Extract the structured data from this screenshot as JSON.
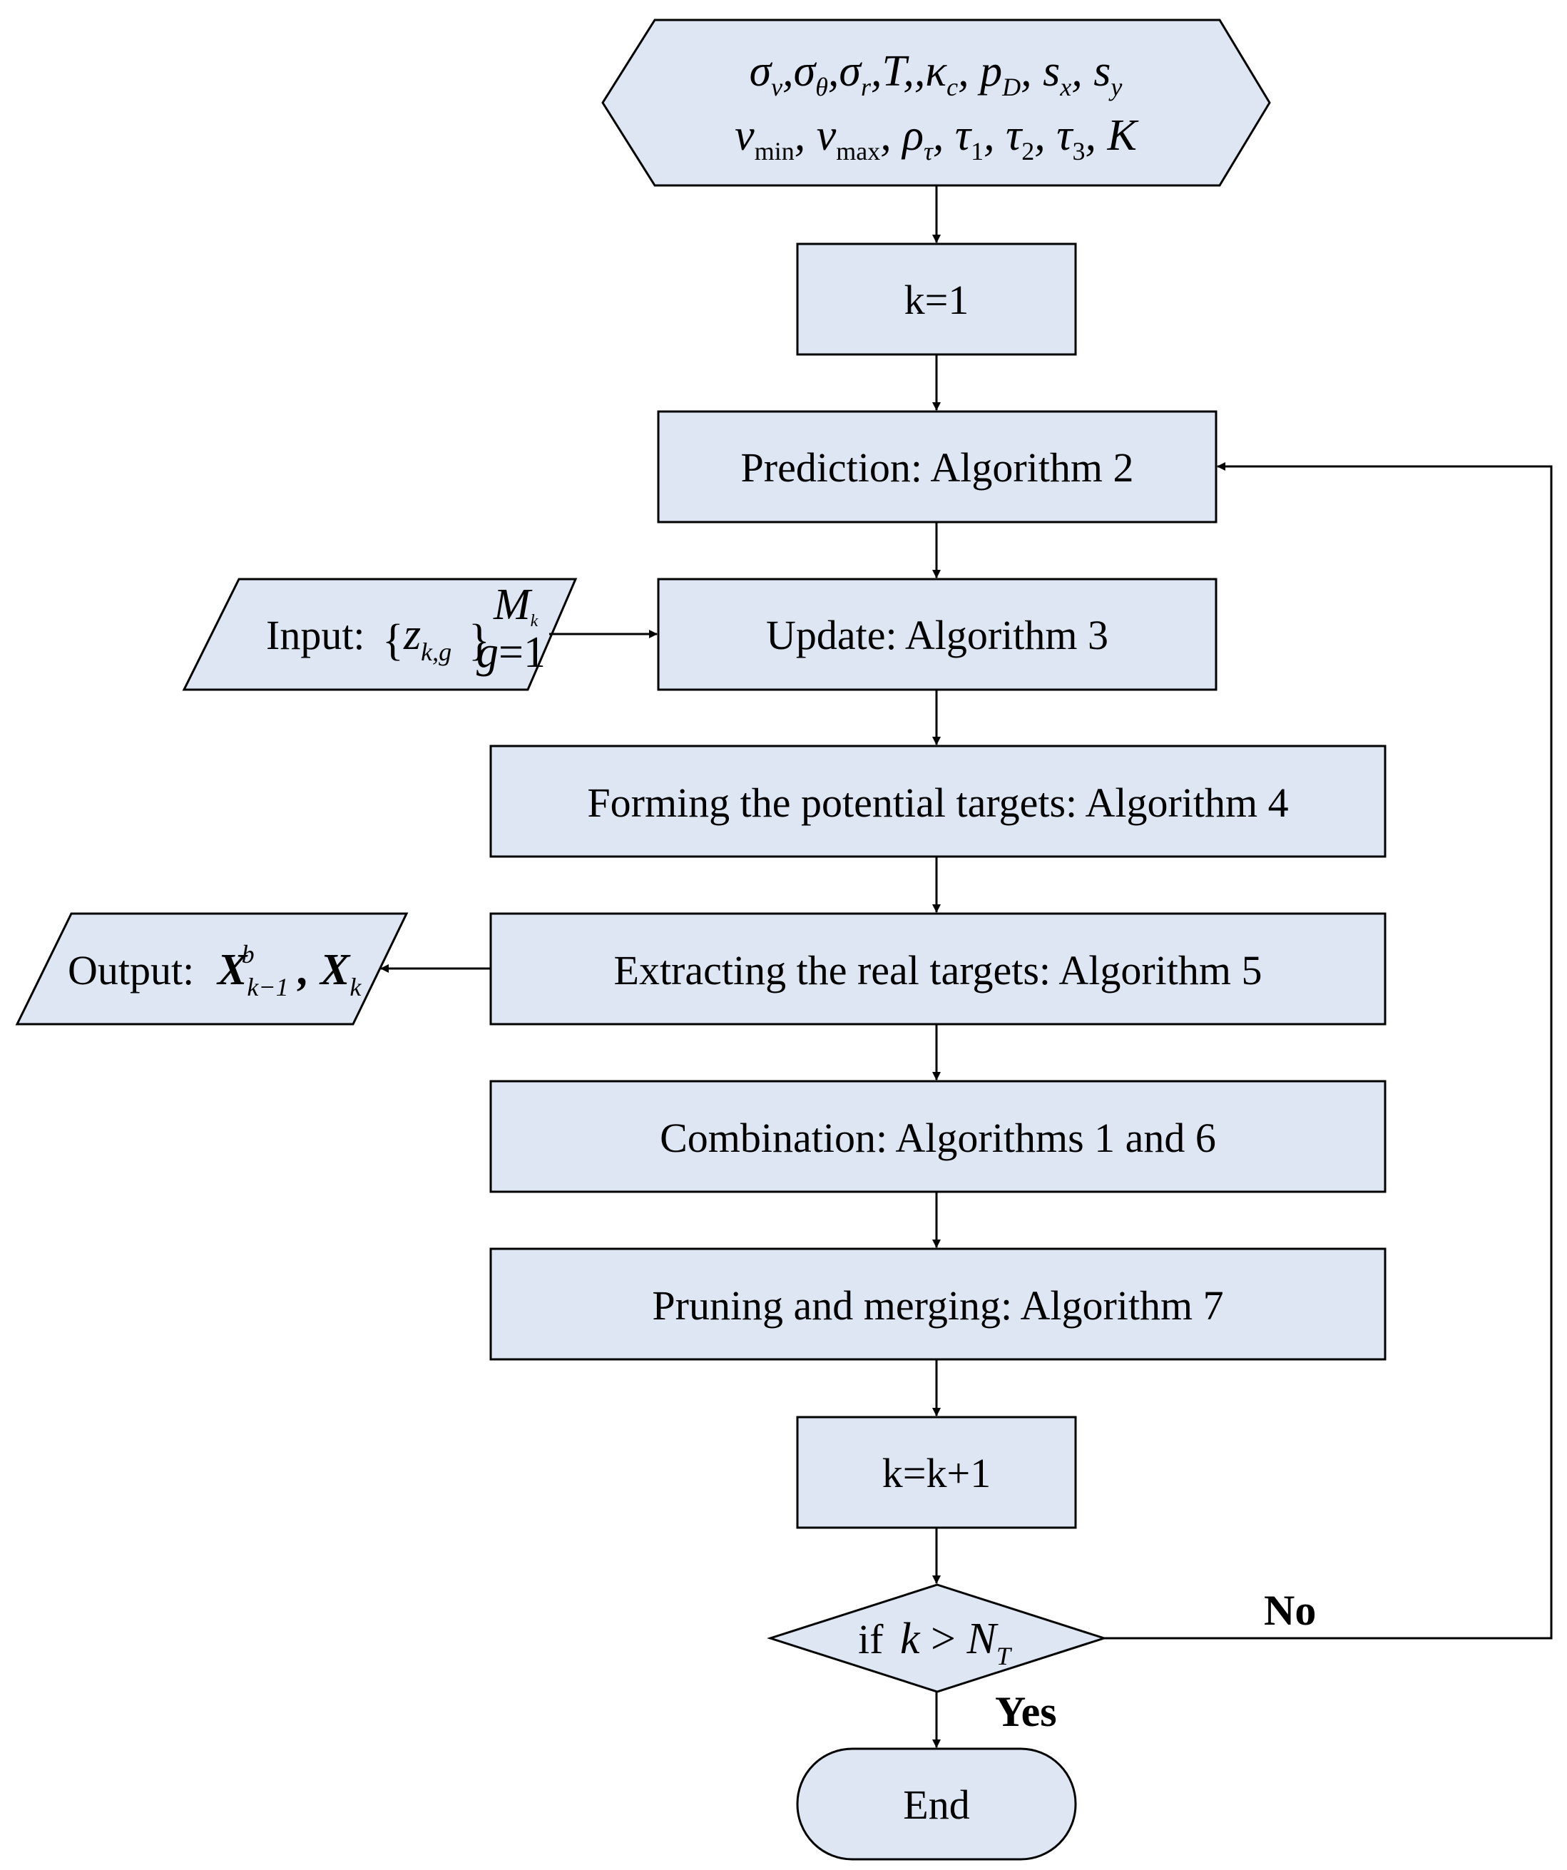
{
  "start": {
    "line1": "σ_v, σ_θ, σ_r, T, , κ_c, p_D, s_x, s_y",
    "line2": "v_min, v_max, ρ_τ, τ_1, τ_2, τ_3, K"
  },
  "steps": {
    "init": "k=1",
    "prediction": "Prediction: Algorithm 2",
    "update": "Update: Algorithm 3",
    "forming": "Forming the potential targets:  Algorithm 4",
    "extracting": "Extracting the real targets:  Algorithm 5",
    "combination": "Combination:  Algorithms 1 and 6",
    "pruning": "Pruning and merging:  Algorithm 7",
    "increment": "k=k+1",
    "end": "End"
  },
  "input": {
    "label": "Input:"
  },
  "output": {
    "label": "Output:"
  },
  "decision": {
    "prefix": "if"
  },
  "branches": {
    "no": "No",
    "yes": "Yes"
  },
  "colors": {
    "fill": "#dde6f2",
    "stroke": "#000000"
  }
}
